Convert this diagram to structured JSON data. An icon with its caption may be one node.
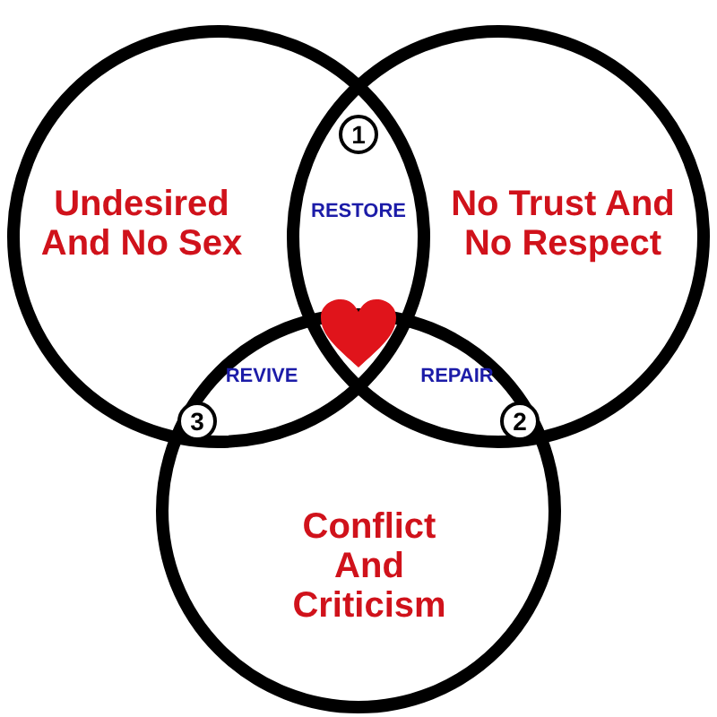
{
  "diagram": {
    "nodes": [
      {
        "text": [
          "Undesired And No Sex"
        ]
      },
      {
        "text": [
          "No Trust And No Respect"
        ]
      },
      {
        "text": [
          "1"
        ]
      },
      {
        "text": [
          "3"
        ]
      },
      {
        "text": [
          "2"
        ]
      },
      {
        "text": [
          "Conflict And Criticism"
        ]
      }
    ],
    "edges": [],
    "labels": [
      "RESTORE",
      "REVIVE",
      "REPAIR"
    ]
  }
}
